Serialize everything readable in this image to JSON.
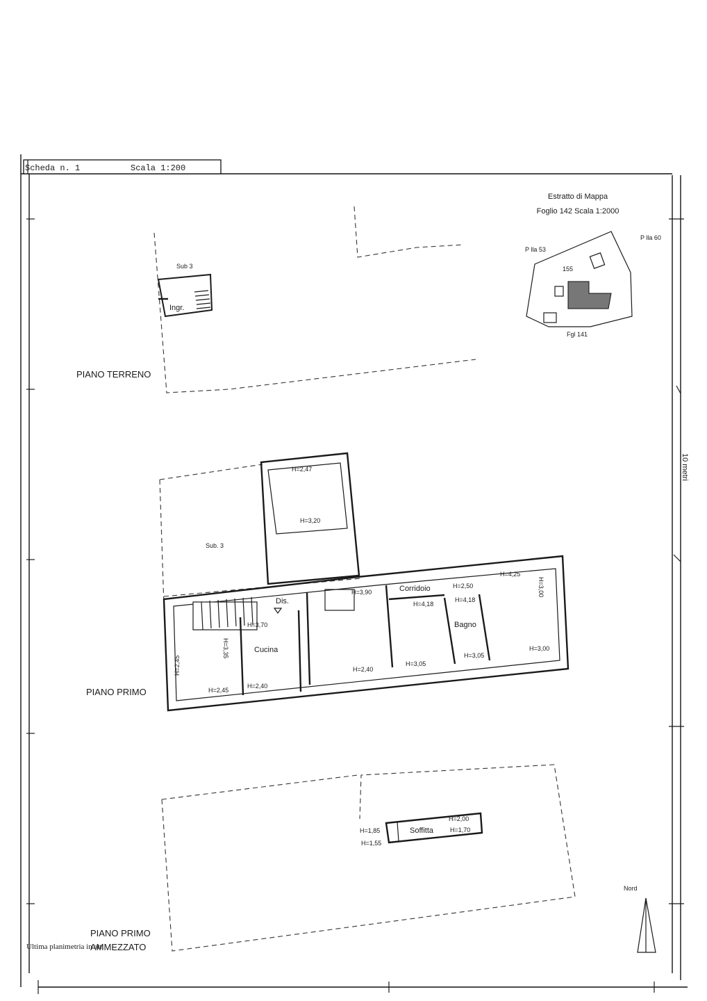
{
  "header": {
    "scheda": "Scheda n. 1",
    "scala": "Scala 1:200"
  },
  "map_extract": {
    "title": "Estratto di Mappa",
    "subtitle": "Foglio 142 Scala 1:2000",
    "plot_53": "P lla 53",
    "plot_60": "P lla 60",
    "plot_155": "155",
    "sheet_141": "Fgl 141"
  },
  "scale_bar_label": "10 metri",
  "floors": {
    "ground": {
      "label": "PIANO TERRENO",
      "sub": "Sub 3",
      "entrance": "Ingr."
    },
    "first": {
      "label": "PIANO PRIMO",
      "sub": "Sub. 3",
      "annex_h_top": "H=2,47",
      "annex_h_bottom": "H=3,20",
      "dis": "Dis.",
      "corridoio": "Corridoio",
      "cucina": "Cucina",
      "bagno": "Bagno",
      "heights": {
        "h_370": "H=3,70",
        "h_390": "H=3,90",
        "h_250": "H=2,50",
        "h_425": "H=4,25",
        "h_300_side": "H=3,00",
        "h_418_a": "H=4,18",
        "h_418_b": "H=4,18",
        "h_245_side": "H=2,45",
        "h_335": "H=3,35",
        "h_245_bottom": "H=2,45",
        "h_240_a": "H=2,40",
        "h_240_b": "H=2,40",
        "h_305_a": "H=3,05",
        "h_305_b": "H=3,05",
        "h_300_bottom": "H=3,00"
      }
    },
    "mezzanine": {
      "label_line1": "PIANO PRIMO",
      "label_line2": "AMMEZZATO",
      "soffitta": "Soffitta",
      "h_200": "H=2,00",
      "h_170": "H=1,70",
      "h_185": "H=1,85",
      "h_155": "H=1,55"
    }
  },
  "north_label": "Nord",
  "footer_note": "Ultima planimetria in atti"
}
